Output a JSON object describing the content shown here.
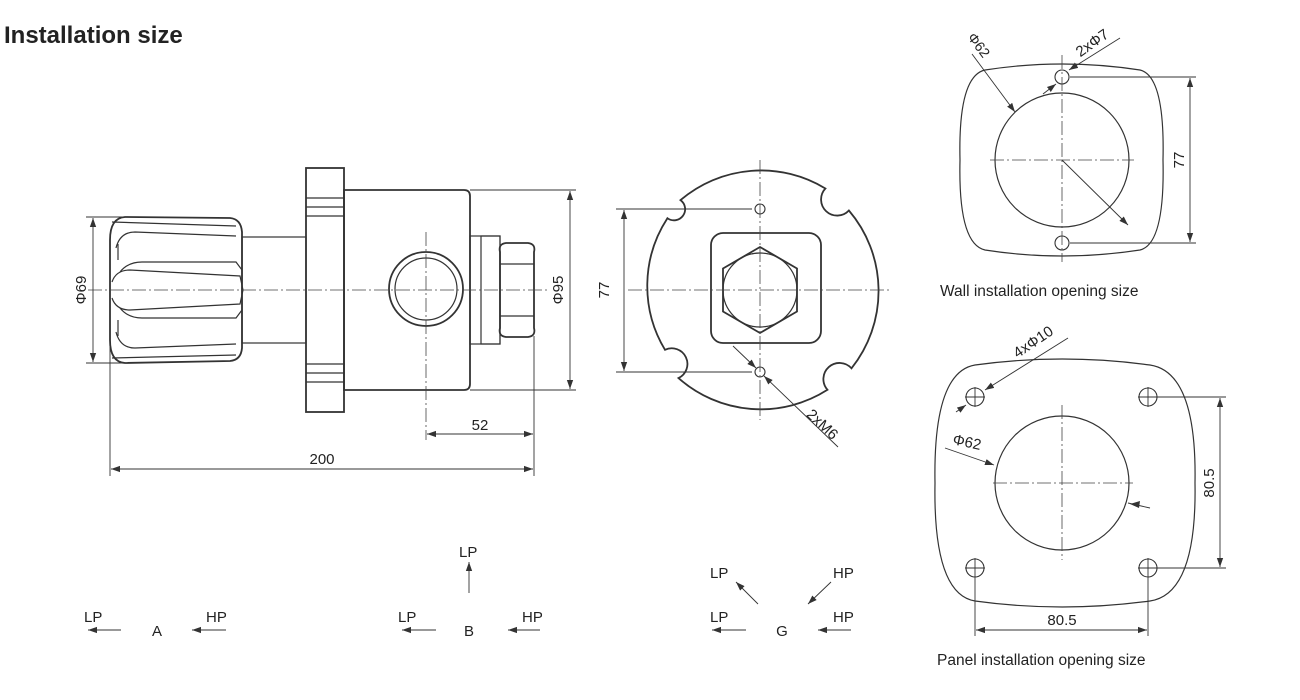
{
  "title": "Installation size",
  "side_view": {
    "dim_diameter_knob": "Φ69",
    "dim_diameter_body": "Φ95",
    "dim_port_offset": "52",
    "dim_total_length": "200"
  },
  "front_view": {
    "dim_hole_spacing": "77",
    "dim_thread": "2xM6"
  },
  "wall_opening": {
    "dim_diameter": "Φ62",
    "dim_holes": "2xΦ7",
    "dim_spacing": "77",
    "caption": "Wall installation opening size"
  },
  "panel_opening": {
    "dim_holes": "4xΦ10",
    "dim_diameter": "Φ62",
    "dim_vertical": "80.5",
    "dim_horizontal": "80.5",
    "caption": "Panel installation opening size"
  },
  "flow_configs": [
    {
      "letter": "A",
      "lp": "LP",
      "hp": "HP"
    },
    {
      "letter": "B",
      "lp": "LP",
      "hp": "HP",
      "lp_up": "LP"
    },
    {
      "letter": "G",
      "lp": "LP",
      "hp": "HP",
      "lp_diag": "LP",
      "hp_diag": "HP"
    }
  ]
}
